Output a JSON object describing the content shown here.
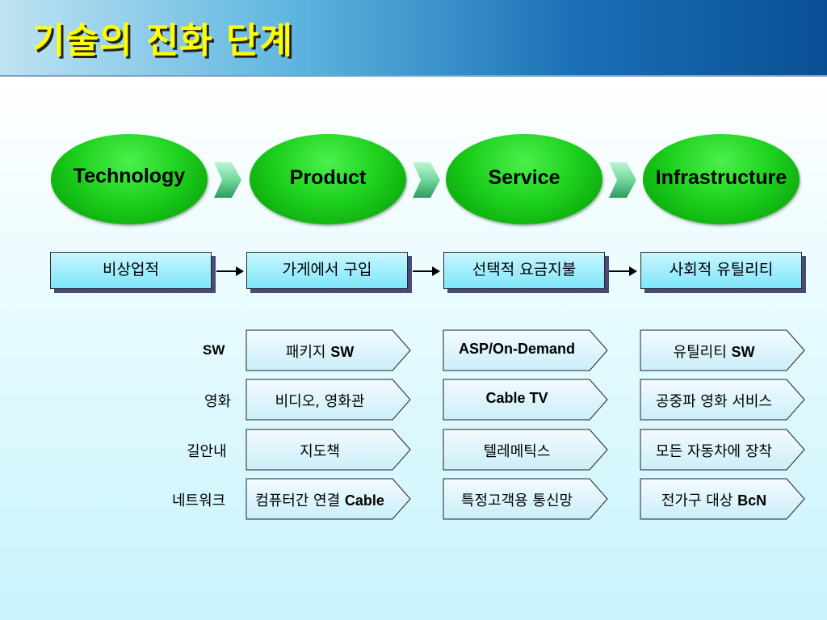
{
  "title": "기술의 진화 단계",
  "stages": [
    {
      "label": "Technology"
    },
    {
      "label": "Product"
    },
    {
      "label": "Service"
    },
    {
      "label": "Infrastructure"
    }
  ],
  "models": [
    {
      "label": "비상업적"
    },
    {
      "label": "가게에서 구입"
    },
    {
      "label": "선택적 요금지불"
    },
    {
      "label": "사회적 유틸리티"
    }
  ],
  "rows": [
    {
      "label": "SW",
      "cells": [
        {
          "ko": "패키지 ",
          "en": "SW"
        },
        {
          "ko": "",
          "en": "ASP/On-Demand"
        },
        {
          "ko": "유틸리티 ",
          "en": "SW"
        }
      ]
    },
    {
      "label": "영화",
      "cells": [
        {
          "ko": "비디오, 영화관",
          "en": ""
        },
        {
          "ko": "",
          "en": "Cable TV"
        },
        {
          "ko": "공중파 영화 서비스",
          "en": ""
        }
      ]
    },
    {
      "label": "길안내",
      "cells": [
        {
          "ko": "지도책",
          "en": ""
        },
        {
          "ko": "텔레메틱스",
          "en": ""
        },
        {
          "ko": "모든 자동차에 장착",
          "en": ""
        }
      ]
    },
    {
      "label": "네트워크",
      "cells": [
        {
          "ko": "컴퓨터간 연결 ",
          "en": "Cable"
        },
        {
          "ko": "특정고객용 통신망",
          "en": ""
        },
        {
          "ko": "전가구 대상 ",
          "en": "BcN"
        }
      ]
    }
  ]
}
